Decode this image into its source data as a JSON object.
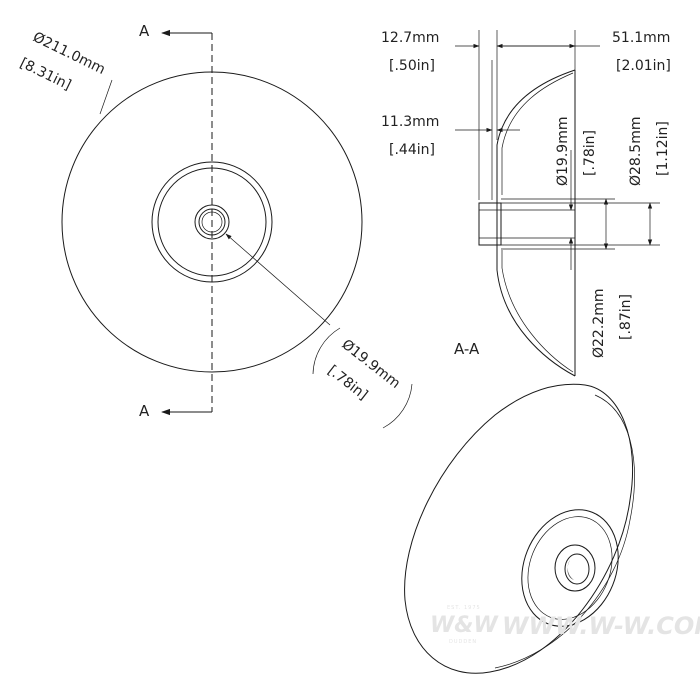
{
  "front_view": {
    "section_label_top": "A",
    "section_label_bottom": "A",
    "outer_diameter_mm": "Ø211.0mm",
    "outer_diameter_in": "[8.31in]",
    "bore_diameter_mm": "Ø19.9mm",
    "bore_diameter_in": "[.78in]"
  },
  "section_view": {
    "label": "A-A",
    "flange_length_mm": "12.7mm",
    "flange_length_in": "[.50in]",
    "total_depth_mm": "51.1mm",
    "total_depth_in": "[2.01in]",
    "flange_thickness_mm": "11.3mm",
    "flange_thickness_in": "[.44in]",
    "bore_mm": "Ø19.9mm",
    "bore_in": "[.78in]",
    "boss_diameter_mm": "Ø28.5mm",
    "boss_diameter_in": "[1.12in]",
    "inner_diameter_mm": "Ø22.2mm",
    "inner_diameter_in": "[.87in]"
  },
  "watermark": {
    "brand": "W&W",
    "site": "WWW.W-W.COM",
    "est": "EST. 1975",
    "location": "DUDDEN"
  }
}
